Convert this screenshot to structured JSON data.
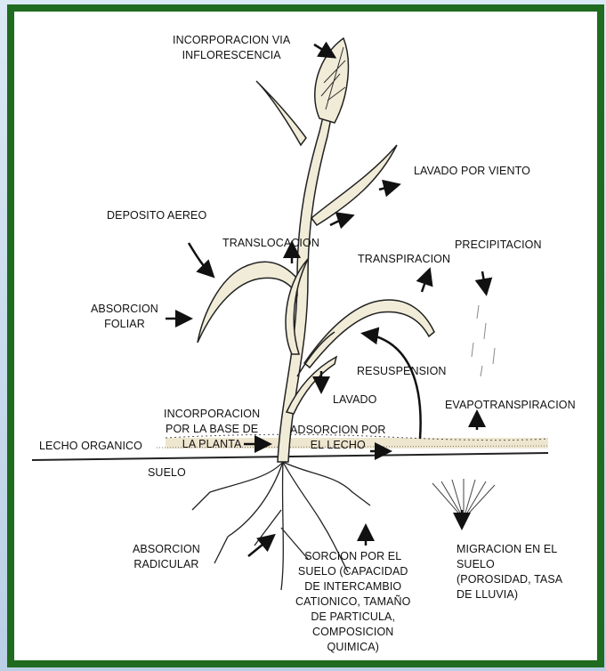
{
  "labels": {
    "incorporacion_via": [
      "INCORPORACION VIA",
      "INFLORESCENCIA"
    ],
    "lavado_viento": "LAVADO POR VIENTO",
    "deposito_aereo": "DEPOSITO AEREO",
    "translocacion": "TRANSLOCACION",
    "precipitacion": "PRECIPITACION",
    "transpiracion": "TRANSPIRACION",
    "absorcion_foliar": [
      "ABSORCION",
      "FOLIAR"
    ],
    "resuspension": "RESUSPENSION",
    "lavado": "LAVADO",
    "evapotranspiracion": "EVAPOTRANSPIRACION",
    "incorporacion_base": [
      "INCORPORACION",
      "POR LA BASE DE",
      "LA PLANTA"
    ],
    "adsorcion_lecho": [
      "ADSORCION POR",
      "EL LECHO"
    ],
    "lecho_organico": "LECHO ORGANICO",
    "suelo": "SUELO",
    "absorcion_radicular": [
      "ABSORCION",
      "RADICULAR"
    ],
    "sorcion_suelo": [
      "SORCION POR EL",
      "SUELO (CAPACIDAD",
      "DE INTERCAMBIO",
      "CATIONICO, TAMAÑO",
      "DE PARTICULA,",
      "COMPOSICION",
      "QUIMICA)"
    ],
    "migracion_suelo": [
      "MIGRACION EN EL",
      "SUELO",
      "(POROSIDAD, TASA",
      "DE LLUVIA)"
    ]
  },
  "colors": {
    "frame": "#1f6b1f",
    "ink": "#111111",
    "plant_fill": "#f1ecd8",
    "background": "#cfdff0"
  }
}
